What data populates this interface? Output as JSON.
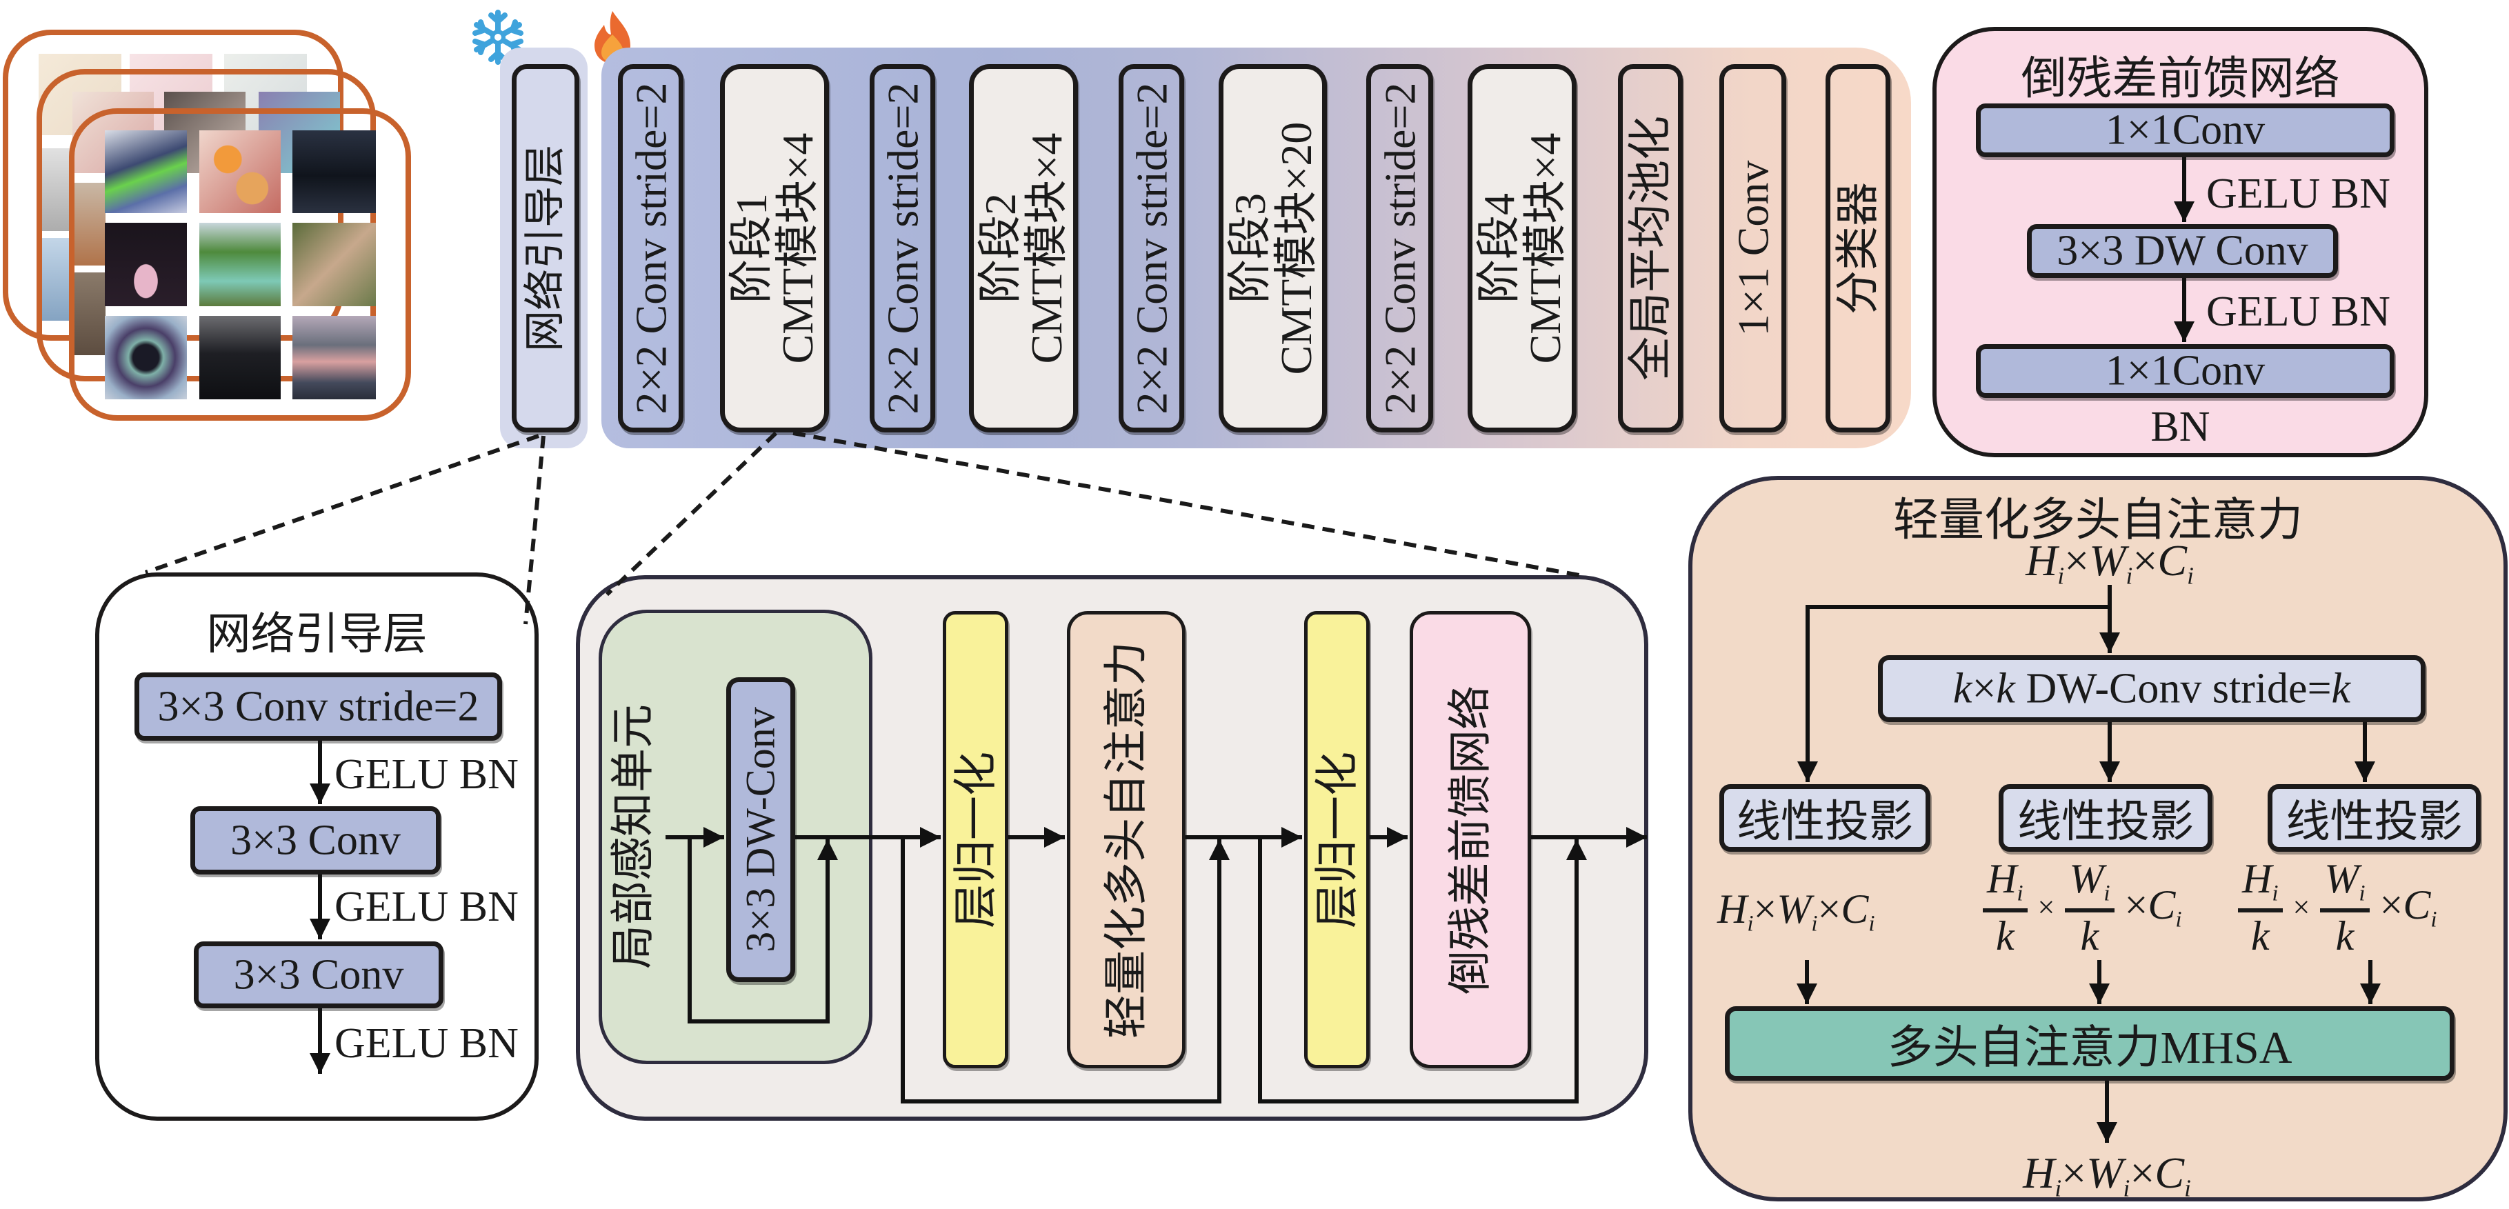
{
  "icons": {
    "frozen": "snowflake-icon",
    "trainable": "flame-icon"
  },
  "colors": {
    "conv_blue": "#b0b9da",
    "stage_fill": "#f0ece9",
    "bar_left": "#a9b3d7",
    "bar_right": "#f7d9c8",
    "guide_bg": "#d5d9ec",
    "frame_orange": "#c8622c",
    "lpu_green": "#d9e3cf",
    "ln_yellow": "#f9f29a",
    "lmhsa_peach": "#f2dac8",
    "irffn_pink": "#fadbe6",
    "mhsa_teal": "#86c6b6",
    "proj_light": "#d8dcec",
    "cmt_panel": "#f0ecea"
  },
  "top_bar": {
    "guide_layer": "网络引导层",
    "blocks": [
      {
        "kind": "conv",
        "label": "2×2 Conv stride=2"
      },
      {
        "kind": "stage",
        "line1": "阶段1",
        "line2": "CMT模块×4"
      },
      {
        "kind": "conv",
        "label": "2×2 Conv stride=2"
      },
      {
        "kind": "stage",
        "line1": "阶段2",
        "line2": "CMT模块×4"
      },
      {
        "kind": "conv",
        "label": "2×2 Conv stride=2"
      },
      {
        "kind": "stage",
        "line1": "阶段3",
        "line2": "CMT模块×20"
      },
      {
        "kind": "conv",
        "label": "2×2 Conv stride=2"
      },
      {
        "kind": "stage",
        "line1": "阶段4",
        "line2": "CMT模块×4"
      },
      {
        "kind": "tail",
        "label": "全局平均池化"
      },
      {
        "kind": "tail",
        "label": "1×1 Conv"
      },
      {
        "kind": "tail",
        "label": "分类器"
      }
    ]
  },
  "ffn_panel": {
    "title": "倒残差前馈网络",
    "box1": "1×1Conv",
    "act1": "GELU BN",
    "box2": "3×3 DW Conv",
    "act2": "GELU BN",
    "box3": "1×1Conv",
    "tail": "BN"
  },
  "guide_panel": {
    "title": "网络引导层",
    "box1": "3×3 Conv stride=2",
    "act1": "GELU BN",
    "box2": "3×3 Conv",
    "act2": "GELU BN",
    "box3": "3×3 Conv",
    "act3": "GELU BN"
  },
  "cmt_panel": {
    "lpu": "局部感知单元",
    "dwconv": "3×3 DW-Conv",
    "ln1": "层归一化",
    "lmhsa": "轻量化多头自注意力",
    "ln2": "层归一化",
    "irffn": "倒残差前馈网络"
  },
  "attn_panel": {
    "title": "轻量化多头自注意力",
    "input_shape": {
      "H": "H",
      "W": "W",
      "C": "C",
      "sub": "i",
      "times": "×"
    },
    "dwconv": {
      "k": "k",
      "times": "×",
      "rest": " DW-Conv stride=",
      "k2": "k"
    },
    "proj": [
      "线性投影",
      "线性投影",
      "线性投影"
    ],
    "shape_q": {
      "H": "H",
      "W": "W",
      "C": "C",
      "sub": "i"
    },
    "shape_kv_num_h": "H",
    "shape_kv_num_w": "W",
    "shape_kv_den": "k",
    "shape_kv_c": "C",
    "sub": "i",
    "times": "×",
    "mhsa": "多头自注意力MHSA",
    "output_shape": {
      "H": "H",
      "W": "W",
      "C": "C",
      "sub": "i"
    }
  }
}
